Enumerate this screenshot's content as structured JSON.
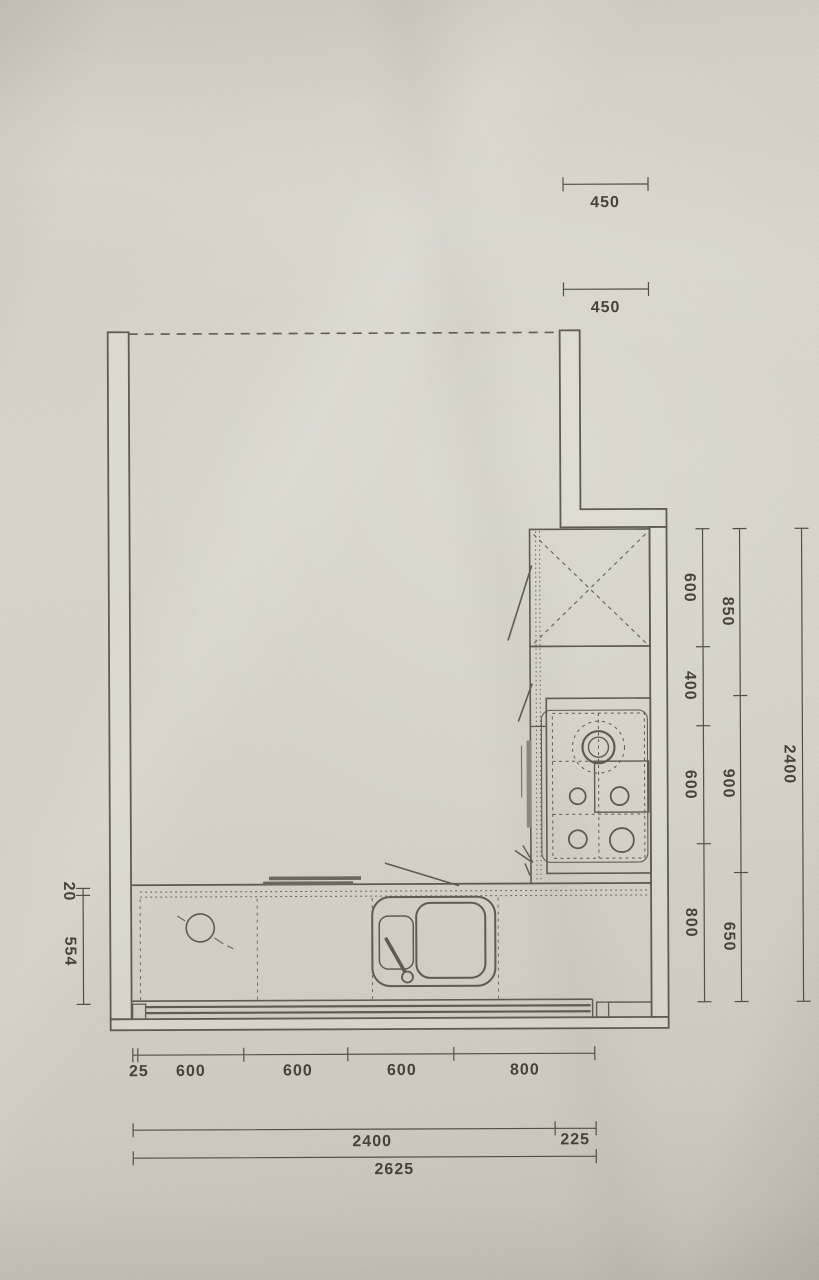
{
  "colors": {
    "paper": "#d5d0c7",
    "ink": "#5e5a50",
    "dim_ink": "#524e46",
    "text": "#403c34"
  },
  "dims": {
    "top": [
      "450",
      "450"
    ],
    "right_inner": [
      "600",
      "400",
      "600",
      "800"
    ],
    "right_mid": [
      "850",
      "900",
      "650"
    ],
    "right_outer": "2400",
    "left": [
      "20",
      "554"
    ],
    "bottom_run": [
      "25",
      "600",
      "600",
      "600",
      "800"
    ],
    "bottom_total": [
      "2400",
      "225"
    ],
    "bottom_overall": "2625"
  }
}
